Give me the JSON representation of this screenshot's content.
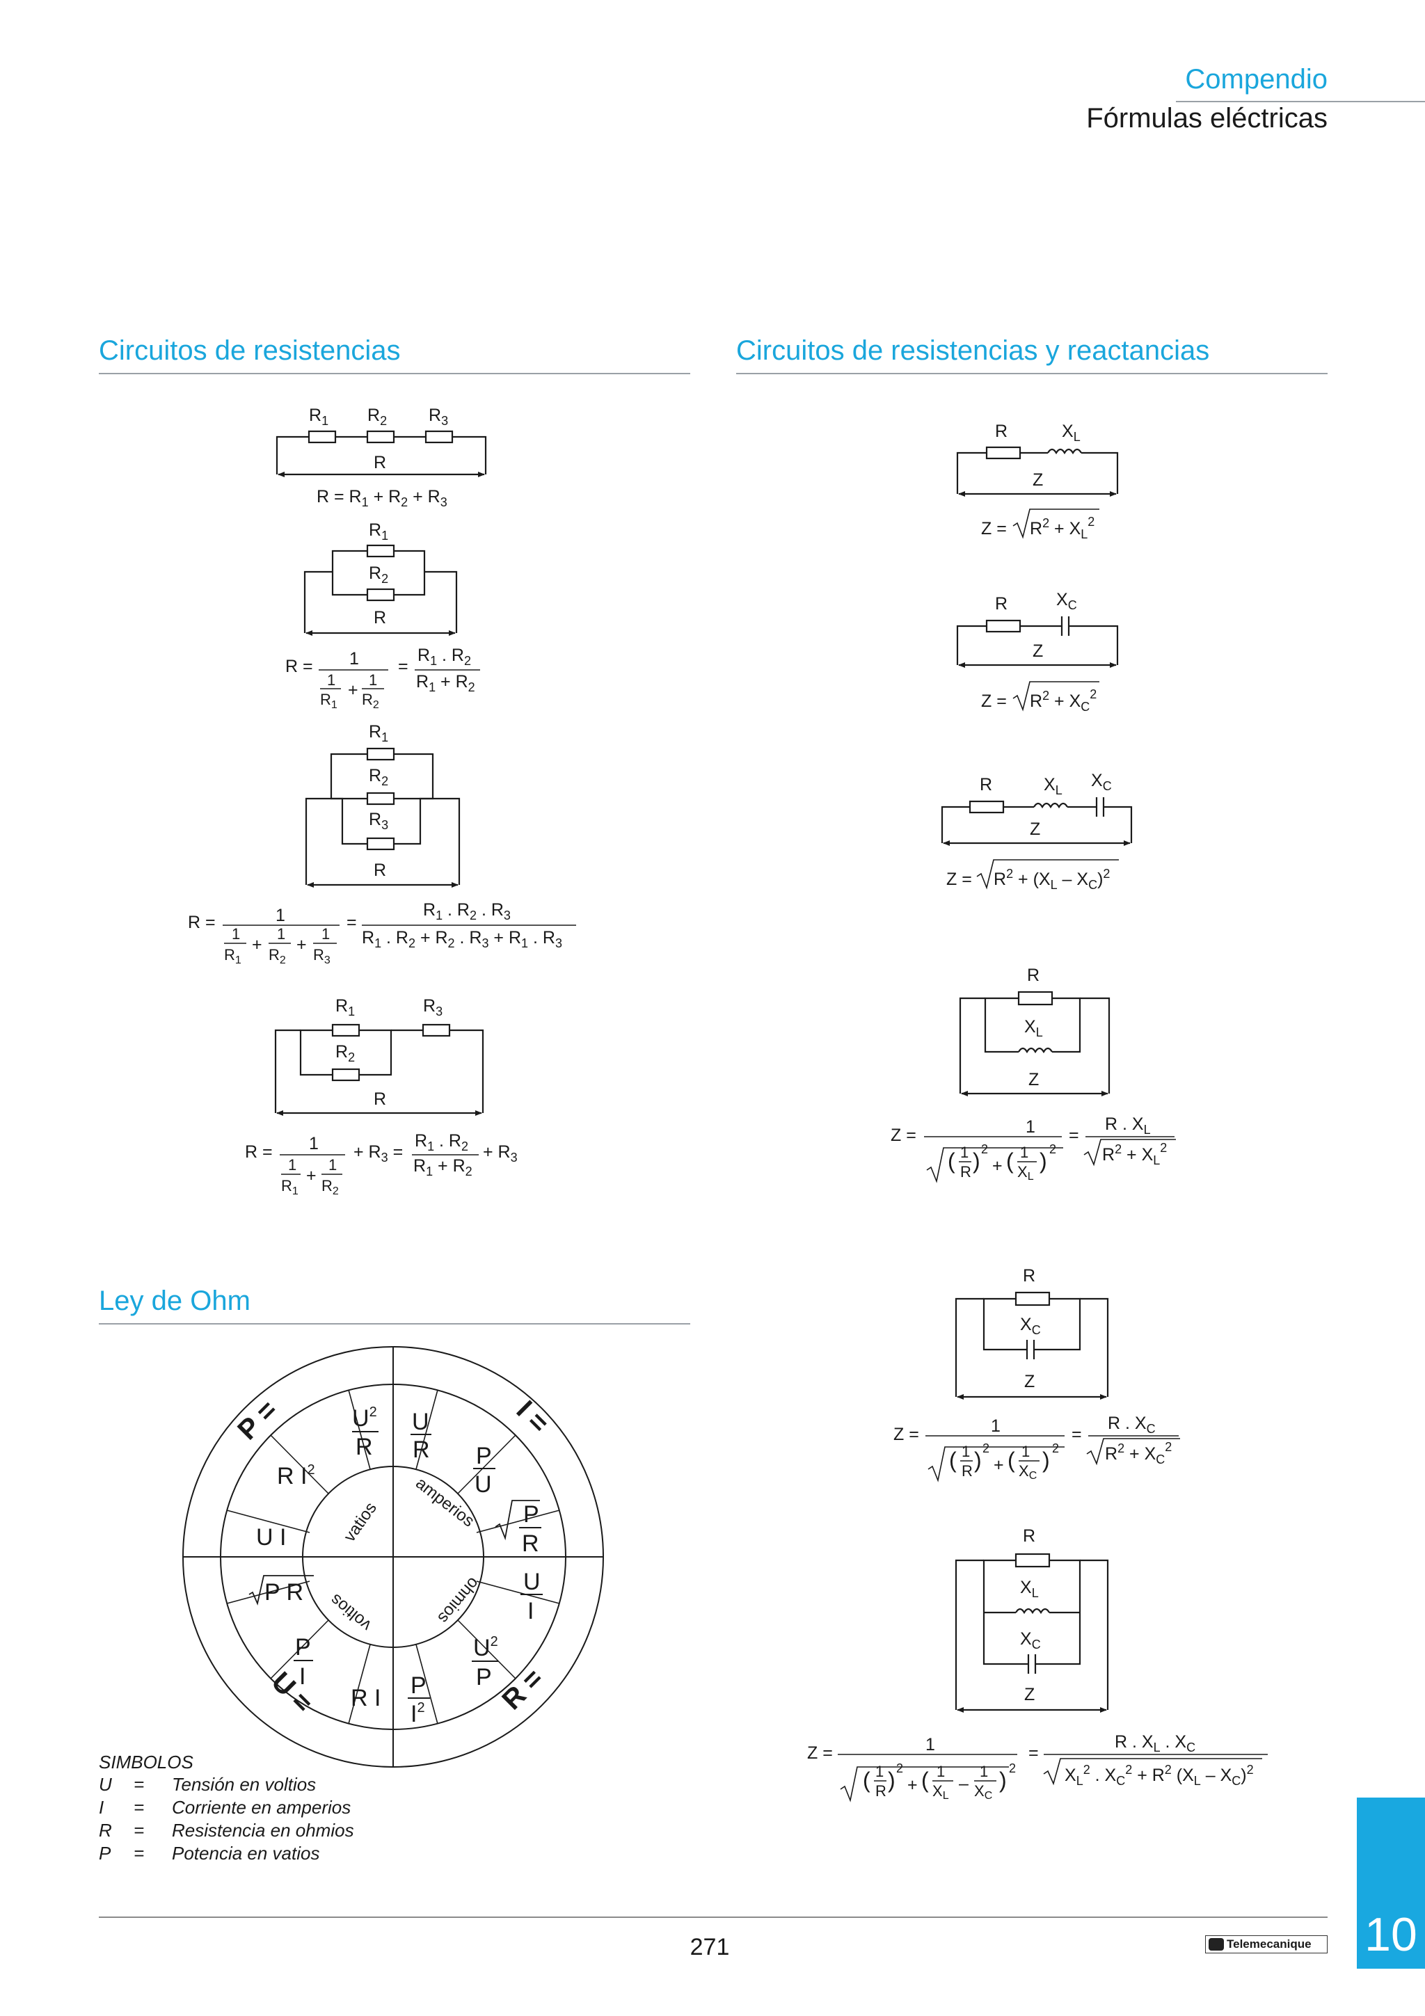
{
  "header": {
    "compendio": "Compendio",
    "formulas": "Fórmulas eléctricas"
  },
  "sections": {
    "resistencias": "Circuitos de resistencias",
    "reactancias": "Circuitos de resistencias y reactancias",
    "ohm": "Ley de Ohm"
  },
  "symbols": {
    "title": "SIMBOLOS",
    "rows": [
      {
        "sym": "U",
        "eq": "=",
        "desc": "Tensión en voltios"
      },
      {
        "sym": "I",
        "eq": "=",
        "desc": "Corriente en amperios"
      },
      {
        "sym": "R",
        "eq": "=",
        "desc": "Resistencia en ohmios"
      },
      {
        "sym": "P",
        "eq": "=",
        "desc": "Potencia en vatios"
      }
    ]
  },
  "ohm_wheel": {
    "quadrants": [
      "P =",
      "I =",
      "U =",
      "R ="
    ],
    "inner_labels": [
      "vatios",
      "amperios",
      "voltios",
      "ohmios"
    ]
  },
  "footer": {
    "page": "271",
    "brand": "Telemecanique",
    "chapter": "10"
  }
}
